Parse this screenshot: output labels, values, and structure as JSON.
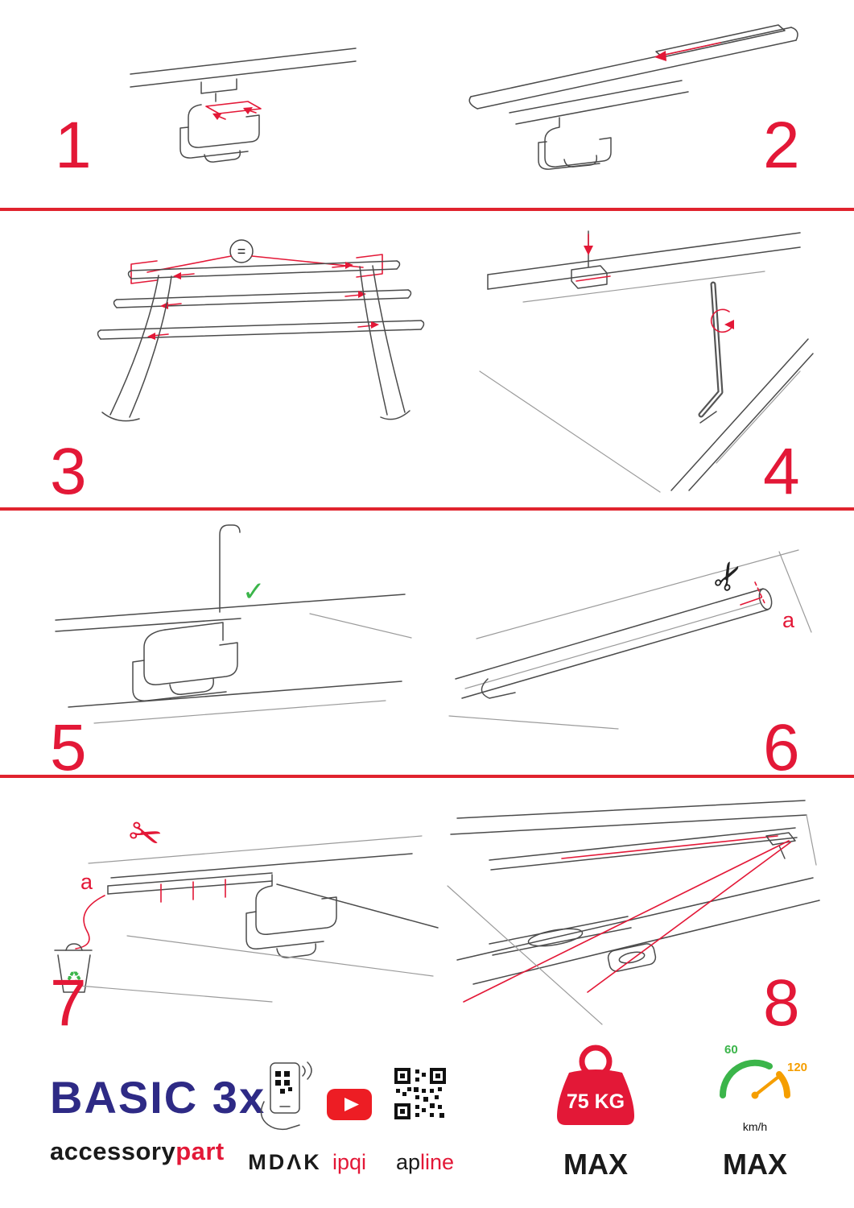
{
  "page": {
    "accent_red": "#e31837",
    "green": "#3bb54a",
    "orange": "#f59e00",
    "navy": "#2e2a85"
  },
  "steps": [
    {
      "number": "1"
    },
    {
      "number": "2"
    },
    {
      "number": "3",
      "equals": "="
    },
    {
      "number": "4"
    },
    {
      "number": "5"
    },
    {
      "number": "6",
      "label": "a"
    },
    {
      "number": "7",
      "label": "a"
    },
    {
      "number": "8"
    }
  ],
  "icons": {
    "check": "✓",
    "scissors": "✂",
    "recycle": "♻"
  },
  "footer": {
    "product": "BASIC 3x",
    "brand_black": "accessory",
    "brand_red": "part",
    "store_label": "MDΛK",
    "video_label": "ipqi",
    "site_black": "ap",
    "site_red": "line",
    "weight_value": "75 KG",
    "weight_max": "MAX",
    "speed_low": "60",
    "speed_high": "120",
    "speed_unit": "km/h",
    "speed_max": "MAX"
  }
}
